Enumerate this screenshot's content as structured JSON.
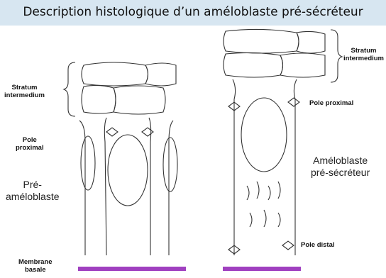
{
  "title": "Description histologique d’un améloblaste pré-sécréteur",
  "left_panel": {
    "stratum_label": [
      "Stratum",
      "intermedium"
    ],
    "pole_proximal_label": [
      "Pole",
      "proximal"
    ],
    "cell_label": [
      "Pré-",
      "améloblaste"
    ],
    "membrane_label": [
      "Membrane",
      "basale"
    ]
  },
  "right_panel": {
    "stratum_label": [
      "Stratum",
      "intermedium"
    ],
    "pole_proximal_label": "Pole proximal",
    "cell_label": [
      "Améloblaste",
      "pré-sécréteur"
    ],
    "pole_distal_label": "Pole distal"
  },
  "colors": {
    "title_bg": "#d7e6f1",
    "membrane": "#a040c0",
    "ink": "#333333"
  }
}
